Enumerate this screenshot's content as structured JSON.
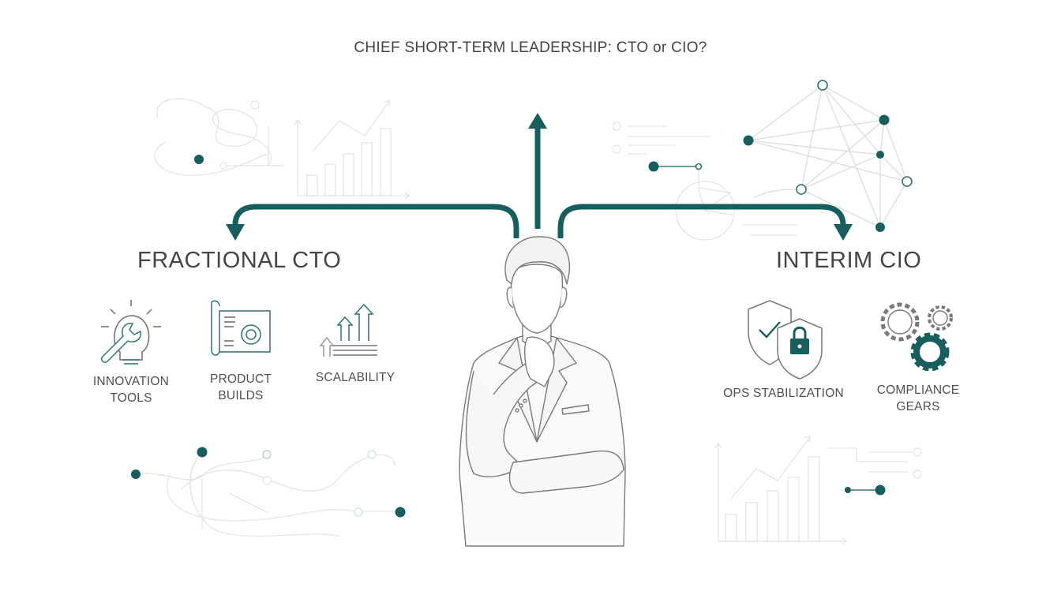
{
  "title": "CHIEF SHORT-TERM LEADERSHIP: CTO or CIO?",
  "colors": {
    "accent": "#175e5e",
    "text": "#454545",
    "faint_line": "#e2e2e2",
    "icon_stroke": "#707070"
  },
  "center": {
    "figure": "thinking-businessman-icon",
    "arrows": [
      "left",
      "up",
      "right"
    ]
  },
  "left_branch": {
    "heading": "FRACTIONAL CTO",
    "items": [
      {
        "icon": "lightbulb-wrench-icon",
        "label": "INNOVATION\nTOOLS"
      },
      {
        "icon": "blueprint-gear-icon",
        "label": "PRODUCT\nBUILDS"
      },
      {
        "icon": "rising-arrows-icon",
        "label": "SCALABILITY"
      }
    ]
  },
  "right_branch": {
    "heading": "INTERIM CIO",
    "items": [
      {
        "icon": "shield-lock-icon",
        "label": "OPS STABILIZATION"
      },
      {
        "icon": "gears-icon",
        "label": "COMPLIANCE\nGEARS"
      }
    ]
  },
  "decorations": [
    "bar-chart-top-left",
    "network-graph-top-right",
    "pie-chart-right",
    "bar-chart-bottom-right",
    "flow-lines-bottom-left",
    "flow-lines-top-left"
  ]
}
